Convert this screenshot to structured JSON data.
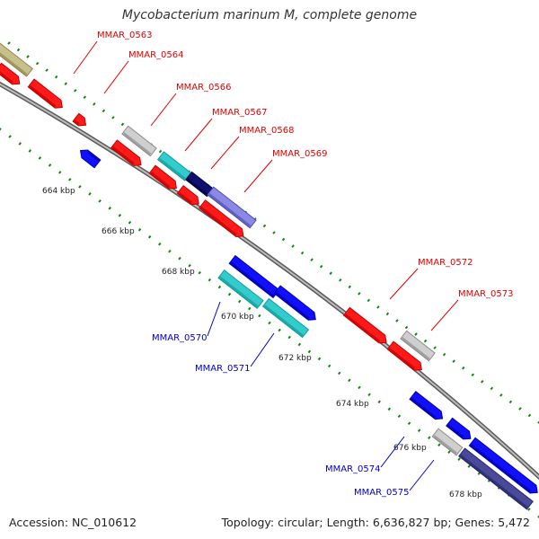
{
  "title": "Mycobacterium marinum M, complete genome",
  "footer": {
    "accession": "Accession: NC_010612",
    "summary": "Topology: circular; Length: 6,636,827 bp; Genes: 5,472"
  },
  "colors": {
    "red": "#ff1a1a",
    "red_dark": "#c00000",
    "blue": "#1010ff",
    "blue_dark": "#0000a8",
    "cyan": "#33cccc",
    "cyan_dark": "#159a9a",
    "gray": "#cfcfcf",
    "gray_dark": "#8c8c8c",
    "olive": "#c8c08a",
    "olive_dark": "#8f8650",
    "navy": "#101070",
    "navy_dark": "#000040",
    "lavender": "#8a8ae6",
    "lavender_dark": "#5050b0",
    "slate": "#4a4a9a",
    "slate_dark": "#26266a",
    "label_red": "#e00000",
    "label_blue": "#0000cc",
    "tick_green": "#0a8a0a",
    "backbone": "#888888"
  },
  "ticks": [
    "664 kbp",
    "666 kbp",
    "668 kbp",
    "670 kbp",
    "672 kbp",
    "674 kbp",
    "676 kbp",
    "678 kbp"
  ],
  "gene_labels": [
    {
      "name": "MMAR_0563",
      "color": "red"
    },
    {
      "name": "MMAR_0564",
      "color": "red"
    },
    {
      "name": "MMAR_0566",
      "color": "red"
    },
    {
      "name": "MMAR_0567",
      "color": "red"
    },
    {
      "name": "MMAR_0568",
      "color": "red"
    },
    {
      "name": "MMAR_0569",
      "color": "red"
    },
    {
      "name": "MMAR_0572",
      "color": "red"
    },
    {
      "name": "MMAR_0573",
      "color": "red"
    },
    {
      "name": "MMAR_0570",
      "color": "blue"
    },
    {
      "name": "MMAR_0571",
      "color": "blue"
    },
    {
      "name": "MMAR_0574",
      "color": "blue"
    },
    {
      "name": "MMAR_0575",
      "color": "blue"
    }
  ]
}
